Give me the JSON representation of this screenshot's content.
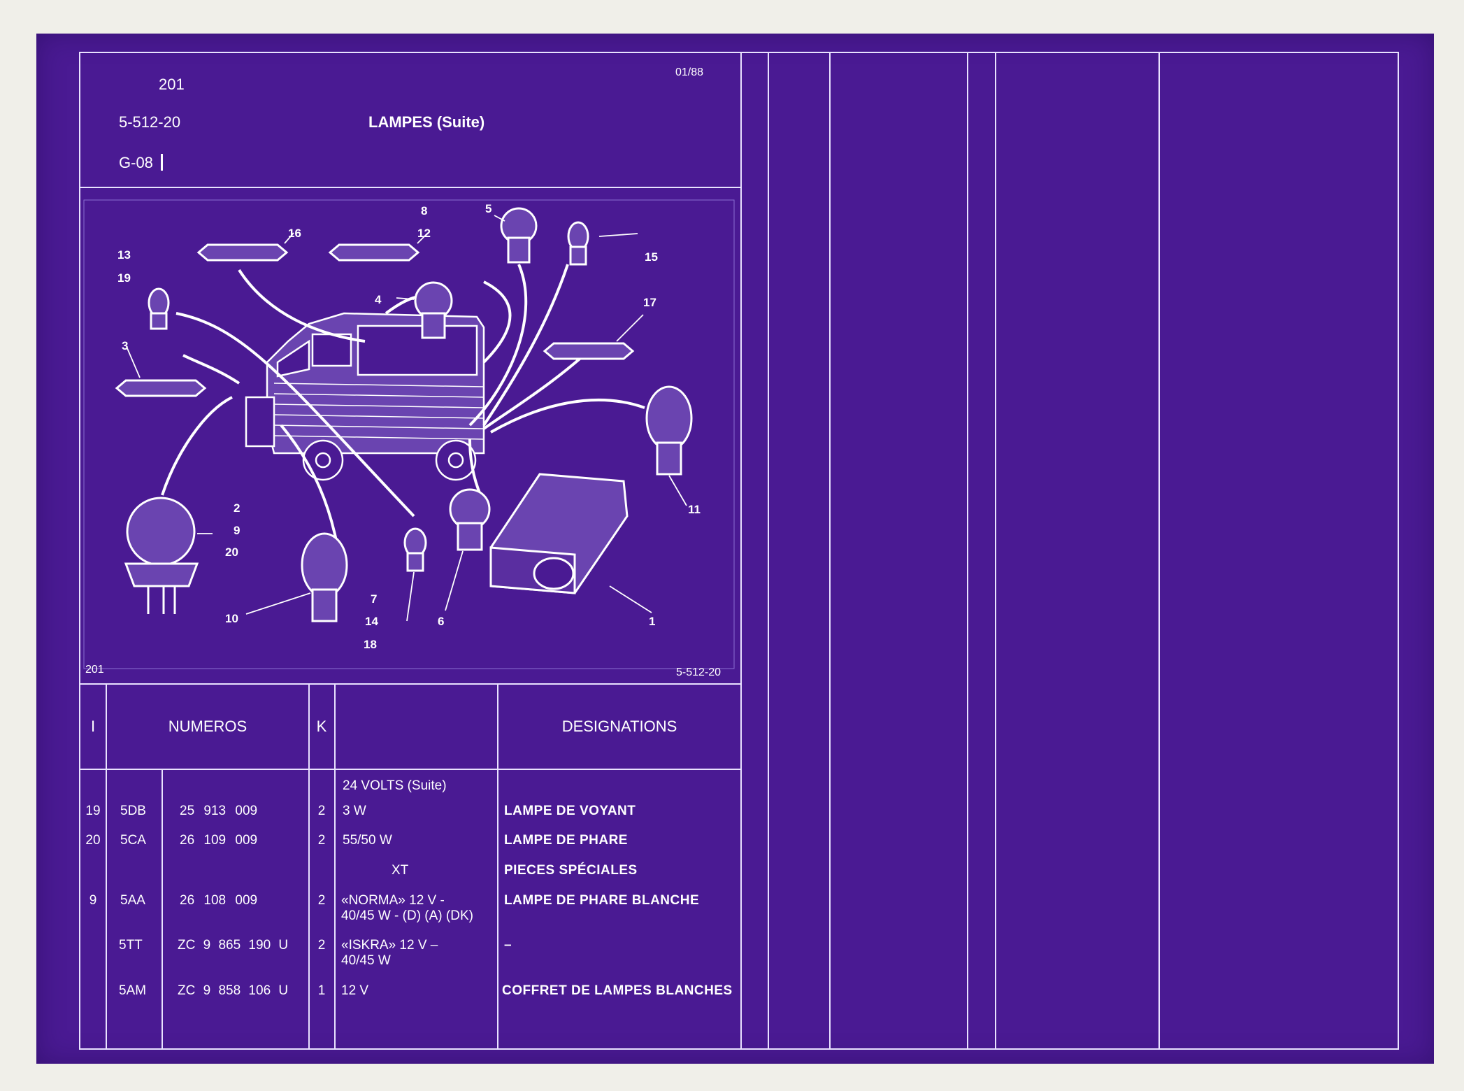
{
  "header": {
    "code_top": "201",
    "ref": "5-512-20",
    "group": "G-08",
    "title": "LAMPES (Suite)",
    "date": "01/88"
  },
  "figure": {
    "label_left": "201",
    "label_right": "5-512-20",
    "callouts": [
      "13",
      "19",
      "16",
      "8",
      "12",
      "5",
      "15",
      "4",
      "17",
      "3",
      "2",
      "9",
      "20",
      "10",
      "7",
      "14",
      "18",
      "6",
      "1",
      "11"
    ]
  },
  "table": {
    "headers": {
      "i": "I",
      "numeros": "NUMEROS",
      "k": "K",
      "designations": "DESIGNATIONS"
    },
    "section": "24 VOLTS (Suite)",
    "rows": [
      {
        "i": "19",
        "code": "5DB",
        "number": "25 913 009",
        "k": "2",
        "spec": "3 W",
        "designation": "LAMPE DE VOYANT"
      },
      {
        "i": "20",
        "code": "5CA",
        "number": "26 109 009",
        "k": "2",
        "spec": "55/50 W",
        "designation": "LAMPE DE PHARE"
      },
      {
        "i": "",
        "code": "",
        "number": "",
        "k": "",
        "spec": "XT",
        "designation": "PIECES SPÉCIALES"
      },
      {
        "i": "9",
        "code": "5AA",
        "number": "26 108 009",
        "k": "2",
        "spec": "«NORMA» 12 V -",
        "spec2": "40/45 W - (D) (A) (DK)",
        "designation": "LAMPE DE PHARE BLANCHE"
      },
      {
        "i": "",
        "code": "5TT",
        "number": "ZC 9 865 190 U",
        "k": "2",
        "spec": "«ISKRA» 12 V –",
        "spec2": "40/45 W",
        "designation": "–"
      },
      {
        "i": "",
        "code": "5AM",
        "number": "ZC 9 858 106 U",
        "k": "1",
        "spec": "12 V",
        "designation": "COFFRET DE LAMPES BLANCHES"
      }
    ]
  },
  "colors": {
    "sheet": "#4a1a93",
    "lines": "#ffffff",
    "paper": "#f0efe9"
  }
}
